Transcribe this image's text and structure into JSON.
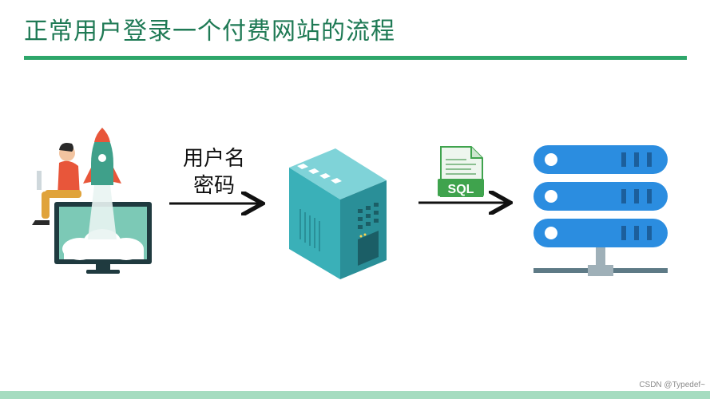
{
  "title": "正常用户登录一个付费网站的流程",
  "credentials_label": {
    "line1": "用户名",
    "line2": "密码"
  },
  "sql_doc_label": "SQL",
  "watermark": "CSDN @Typedef~",
  "colors": {
    "title_text": "#1f7a55",
    "title_rule": "#2ea66a",
    "bottom_band": "#a5dcc0",
    "server_teal": "#3ab0b8",
    "database_blue": "#2b8de0",
    "sql_green": "#3fa34d"
  },
  "icons": [
    "user-on-monitor-icon",
    "rocket-icon",
    "web-server-icon",
    "sql-document-icon",
    "database-server-rack-icon",
    "arrow-right-icon"
  ]
}
